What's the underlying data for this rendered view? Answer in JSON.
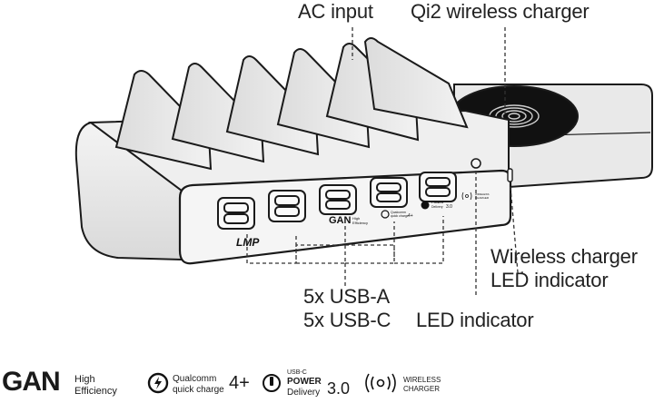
{
  "callouts": {
    "ac_input": "AC input",
    "qi2": "Qi2 wireless charger",
    "wireless_led_line1": "Wireless charger",
    "wireless_led_line2": "LED indicator",
    "usb_a": "5x USB-A",
    "usb_c": "5x USB-C",
    "led": "LED indicator"
  },
  "device": {
    "brand_mark": "LMP",
    "gan_logo": "GAN",
    "gan_sub1": "High",
    "gan_sub2": "Efficiency",
    "qc_line1": "Qualcomm",
    "qc_line2": "quick charge",
    "qc_version": "4+",
    "pd_line0": "USB-C",
    "pd_line1": "POWER",
    "pd_line2": "Delivery",
    "pd_version": "3.0",
    "wl_line1": "WIRELESS",
    "wl_line2": "CHARGER"
  },
  "logos": {
    "gan": "GAN",
    "gan_sub1": "High",
    "gan_sub2": "Efficiency",
    "qc_line1": "Qualcomm",
    "qc_line2": "quick charge",
    "qc_version": "4+",
    "pd_line0": "USB-C",
    "pd_line1": "POWER",
    "pd_line2": "Delivery",
    "pd_version": "3.0",
    "wl_line1": "WIRELESS",
    "wl_line2": "CHARGER"
  },
  "colors": {
    "body_fill": "#ececec",
    "outline": "#1a1a1a",
    "pad": "#111111",
    "front_panel": "#f3f3f3"
  }
}
